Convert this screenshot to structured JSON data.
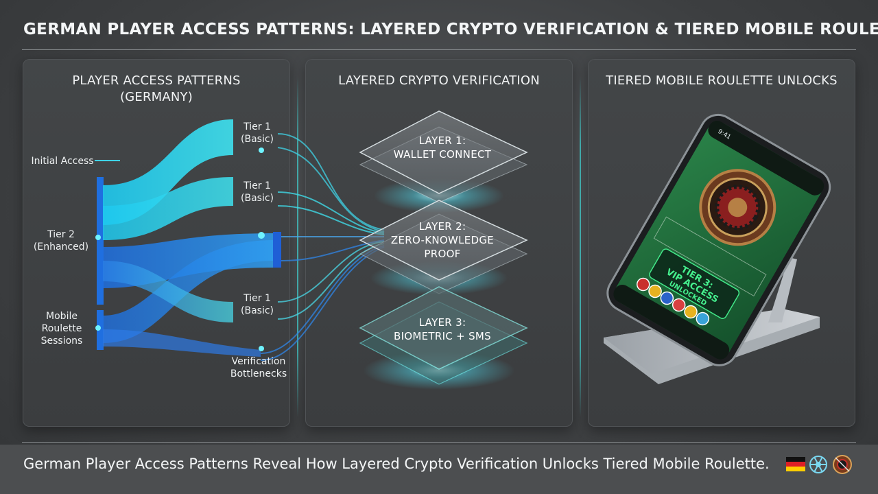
{
  "header": {
    "title": "GERMAN PLAYER ACCESS PATTERNS: LAYERED CRYPTO VERIFICATION & TIERED MOBILE ROULETTE"
  },
  "panels": {
    "left": {
      "title_line1": "PLAYER ACCESS PATTERNS",
      "title_line2": "(GERMANY)",
      "labels": {
        "initial_access": "Initial Access",
        "tier2_a": "Tier 2",
        "tier2_b": "(Enhanced)",
        "mobile_a": "Mobile",
        "mobile_b": "Roulette",
        "mobile_c": "Sessions",
        "tier1_top_a": "Tier 1",
        "tier1_top_b": "(Basic)",
        "tier1_mid_a": "Tier 1",
        "tier1_mid_b": "(Basic)",
        "tier1_low_a": "Tier 1",
        "tier1_low_b": "(Basic)",
        "verif_a": "Verification",
        "verif_b": "Bottlenecks"
      }
    },
    "middle": {
      "title": "LAYERED CRYPTO VERIFICATION",
      "layers": [
        {
          "line1": "LAYER 1:",
          "line2": "WALLET CONNECT",
          "line3": ""
        },
        {
          "line1": "LAYER 2:",
          "line2": "ZERO-KNOWLEDGE",
          "line3": "PROOF"
        },
        {
          "line1": "LAYER 3:",
          "line2": "BIOMETRIC + SMS",
          "line3": ""
        }
      ]
    },
    "right": {
      "title": "TIERED MOBILE ROULETTE UNLOCKS",
      "phone": {
        "clock": "9:41",
        "banner_line1": "TIER 3:",
        "banner_line2": "VIP ACCESS",
        "banner_line3": "UNLOCKED"
      }
    }
  },
  "footer": {
    "text": "German Player Access Patterns Reveal How Layered Crypto Verification Unlocks Tiered Mobile Roulette."
  },
  "colors": {
    "flow_cyan": "#27d3ee",
    "flow_blue": "#2f86e8",
    "flow_deep": "#1f5fd6",
    "layer_glow": "#57e6e0",
    "felt": "#1f6b3a",
    "banner_text": "#45f08e"
  },
  "icons": [
    "german-flag-icon",
    "network-icon",
    "roulette-wheel-icon"
  ]
}
